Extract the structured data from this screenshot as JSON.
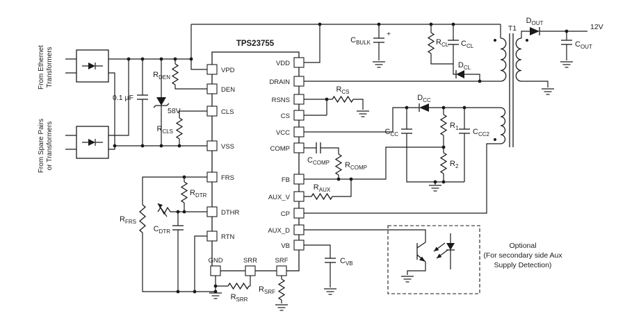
{
  "ic": {
    "name": "TPS23755",
    "left_pins": [
      "VPD",
      "DEN",
      "CLS",
      "VSS",
      "FRS",
      "DTHR",
      "RTN"
    ],
    "bottom_pins": [
      "GND",
      "SRR",
      "SRF"
    ],
    "right_pins": [
      "VDD",
      "DRAIN",
      "RSNS",
      "CS",
      "VCC",
      "COMP",
      "FB",
      "AUX_V",
      "CP",
      "AUX_D",
      "VB"
    ]
  },
  "inputs": [
    {
      "line1": "From Ethernet",
      "line2": "Transformers"
    },
    {
      "line1": "From Spare Pairs",
      "line2": "or Transformers"
    }
  ],
  "labels": {
    "input_cap": "0.1 µF",
    "tvs": "58V",
    "vout": "12V",
    "transformer": "T1",
    "plus": "+"
  },
  "components": {
    "rden": {
      "t": "R",
      "s": "DEN"
    },
    "rcls": {
      "t": "R",
      "s": "CLS"
    },
    "rfrs": {
      "t": "R",
      "s": "FRS"
    },
    "rdtr": {
      "t": "R",
      "s": "DTR"
    },
    "cdtr": {
      "t": "C",
      "s": "DTR"
    },
    "rsrr": {
      "t": "R",
      "s": "SRR"
    },
    "rsrf": {
      "t": "R",
      "s": "SRF"
    },
    "cvb": {
      "t": "C",
      "s": "VB"
    },
    "cbulk": {
      "t": "C",
      "s": "BULK"
    },
    "rcl": {
      "t": "R",
      "s": "CL"
    },
    "ccl": {
      "t": "C",
      "s": "CL"
    },
    "dcl": {
      "t": "D",
      "s": "CL"
    },
    "rcs": {
      "t": "R",
      "s": "CS"
    },
    "dcc": {
      "t": "D",
      "s": "CC"
    },
    "ccc": {
      "t": "C",
      "s": "CC"
    },
    "r1": {
      "t": "R",
      "s": "1"
    },
    "ccc2": {
      "t": "C",
      "s": "CC2"
    },
    "r2": {
      "t": "R",
      "s": "2"
    },
    "ccomp": {
      "t": "C",
      "s": "COMP"
    },
    "rcomp": {
      "t": "R",
      "s": "COMP"
    },
    "raux": {
      "t": "R",
      "s": "AUX"
    },
    "dout": {
      "t": "D",
      "s": "OUT"
    },
    "cout": {
      "t": "C",
      "s": "OUT"
    }
  },
  "optional_note": [
    "Optional",
    "(For secondary side Aux",
    "Supply Detection)"
  ],
  "colors": {
    "stroke": "#1a1a1a",
    "background": "#ffffff"
  }
}
